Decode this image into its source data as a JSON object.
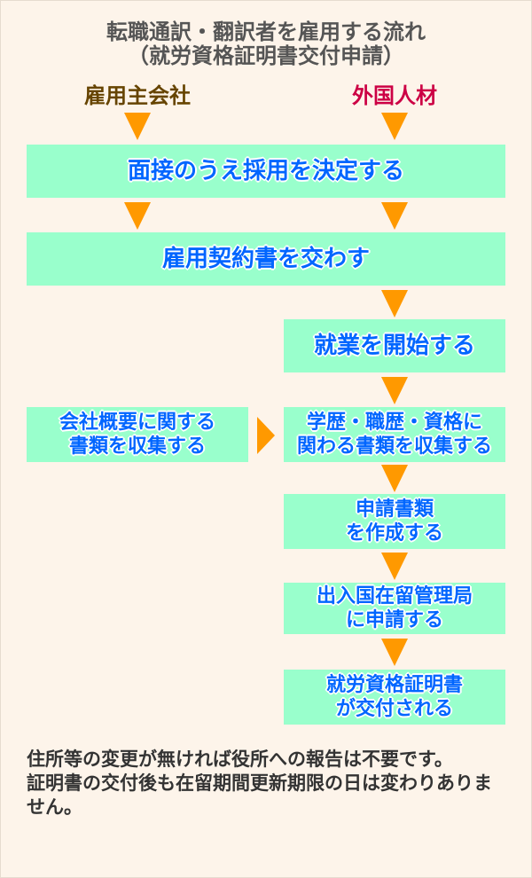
{
  "title": {
    "line1": "転職通訳・翻訳者を雇用する流れ",
    "line2": "（就労資格証明書交付申請）"
  },
  "columns": {
    "employer": "雇用主会社",
    "employer_color": "#664400",
    "foreigner": "外国人材",
    "foreigner_color": "#cc0044"
  },
  "steps": {
    "s1": "面接のうえ採用を決定する",
    "s2": "雇用契約書を交わす",
    "s3": "就業を開始する",
    "s4a_l1": "会社概要に関する",
    "s4a_l2": "書類を収集する",
    "s4b_l1": "学歴・職歴・資格に",
    "s4b_l2": "関わる書類を収集する",
    "s5_l1": "申請書類",
    "s5_l2": "を作成する",
    "s6_l1": "出入国在留管理局",
    "s6_l2": "に申請する",
    "s7_l1": "就労資格証明書",
    "s7_l2": "が交付される"
  },
  "note": {
    "line1": "住所等の変更が無ければ役所への報告は不要です。",
    "line2": "証明書の交付後も在留期間更新期限の日は変わりありません。"
  },
  "colors": {
    "box": "#99ffcc",
    "text": "#0066ff",
    "arrow": "#ff9900"
  }
}
